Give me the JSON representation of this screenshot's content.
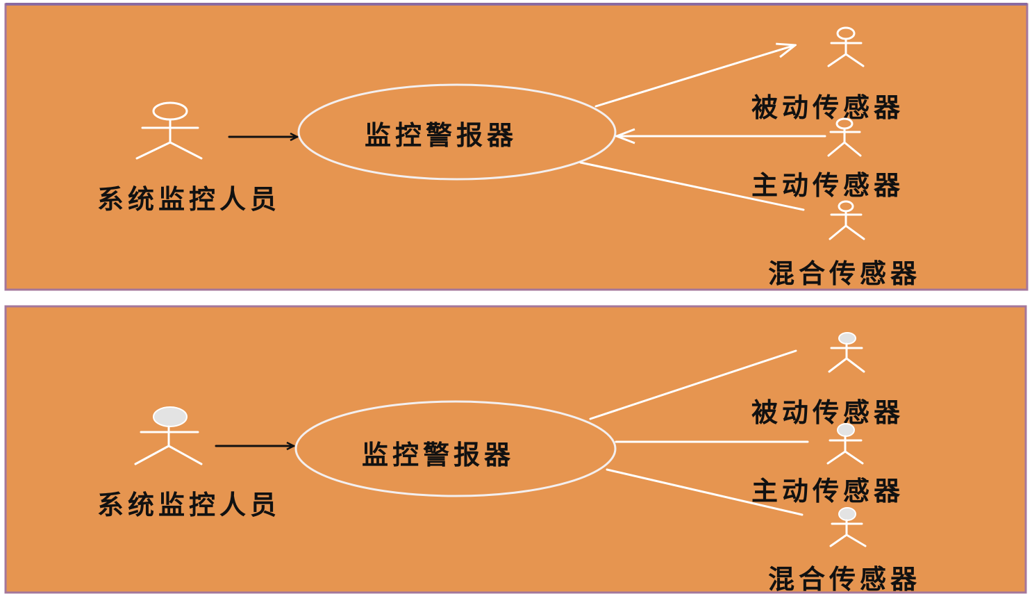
{
  "diagrams": [
    {
      "central_use_case": "监控警报器",
      "user_actor": "系统监控人员",
      "sensors": [
        "被动传感器",
        "主动传感器",
        "混合传感器"
      ]
    },
    {
      "central_use_case": "监控警报器",
      "user_actor": "系统监控人员",
      "sensors": [
        "被动传感器",
        "主动传感器",
        "混合传感器"
      ]
    }
  ],
  "colors": {
    "panel_fill": "#E69550",
    "panel_border": "#A4779B",
    "lines": "#ffffff",
    "arrow": "#111111"
  }
}
